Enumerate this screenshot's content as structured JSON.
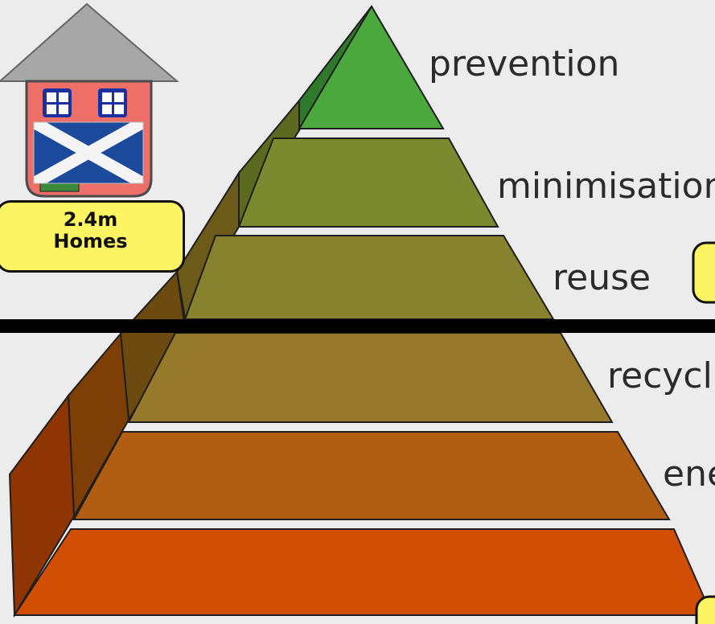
{
  "tiers": [
    {
      "label": "prevention",
      "color": "#4aa83c"
    },
    {
      "label": "minimisation",
      "color": "#7c8a2f"
    },
    {
      "label": "reuse",
      "color": "#87822e"
    },
    {
      "label": "recycl",
      "color": "#97792c"
    },
    {
      "label": "ene",
      "color": "#b25e12"
    },
    {
      "label": "",
      "color": "#d24e04"
    }
  ],
  "callout": {
    "line1": "2.4m",
    "line2": "Homes"
  },
  "icons": [
    "house-icon",
    "scotland-flag-icon"
  ],
  "colors": {
    "background": "#ececec",
    "callout_fill": "#fdf464",
    "divider": "#000000"
  }
}
